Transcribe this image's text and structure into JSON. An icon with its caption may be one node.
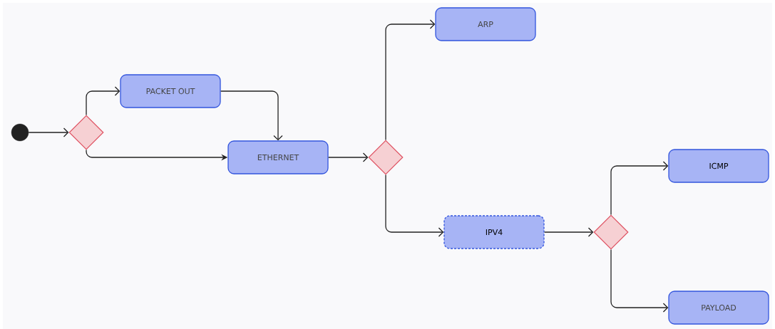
{
  "diagram": {
    "nodes": [
      {
        "text": [],
        "shape": "circle"
      },
      {
        "text": [],
        "shape": "diamond"
      },
      {
        "text": [
          "PACKET OUT"
        ]
      },
      {
        "text": [
          "ETHERNET"
        ]
      },
      {
        "text": [],
        "shape": "diamond"
      },
      {
        "text": [
          "ARP"
        ]
      },
      {
        "text": [
          "IPV4"
        ]
      },
      {
        "text": [],
        "shape": "diamond"
      },
      {
        "text": [
          "ICMP"
        ]
      },
      {
        "text": [
          "PAYLOAD"
        ]
      }
    ],
    "edges": [
      {
        "from": 0,
        "to": 1,
        "arrow": "to"
      },
      {
        "from": 1,
        "to": 2,
        "arrow": "to"
      },
      {
        "from": 1,
        "to": 3,
        "arrow": "to"
      },
      {
        "from": 2,
        "to": 3,
        "arrow": "to"
      },
      {
        "from": 3,
        "to": 4,
        "arrow": "to"
      },
      {
        "from": 4,
        "to": 5,
        "arrow": "to"
      },
      {
        "from": 4,
        "to": 6,
        "arrow": "to"
      },
      {
        "from": 6,
        "to": 7,
        "arrow": "to"
      },
      {
        "from": 7,
        "to": 8,
        "arrow": "to"
      },
      {
        "from": 7,
        "to": 9,
        "arrow": "to"
      }
    ]
  }
}
